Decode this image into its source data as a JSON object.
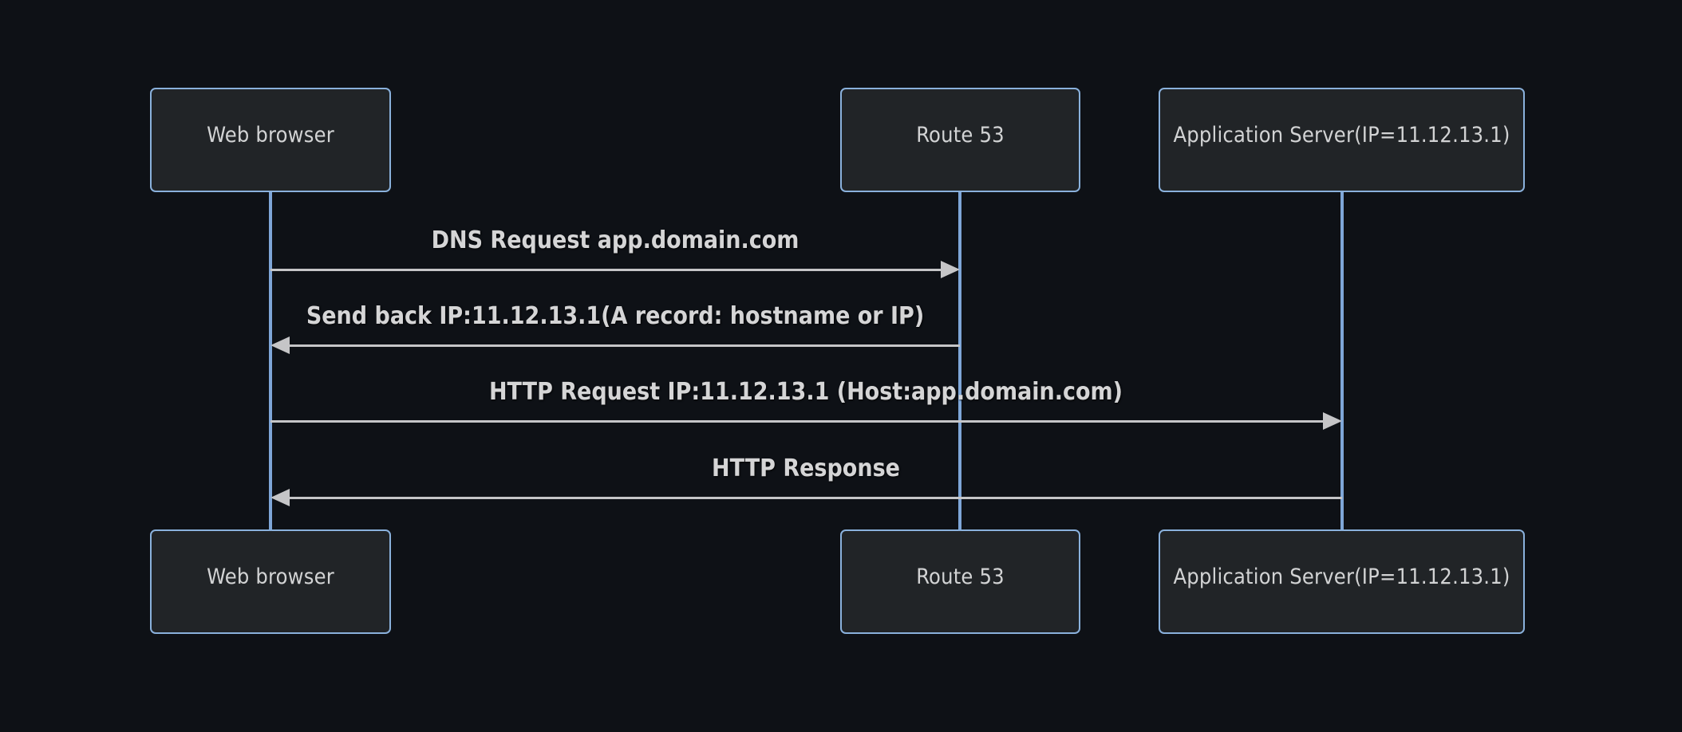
{
  "diagram": {
    "type": "sequence-diagram",
    "theme": "dark",
    "actors": [
      {
        "id": "web-browser",
        "label": "Web browser"
      },
      {
        "id": "route-53",
        "label": "Route 53"
      },
      {
        "id": "app-server",
        "label": "Application Server(IP=11.12.13.1)"
      }
    ],
    "messages": [
      {
        "from": "web-browser",
        "to": "route-53",
        "direction": "right",
        "label": "DNS Request app.domain.com"
      },
      {
        "from": "route-53",
        "to": "web-browser",
        "direction": "left",
        "label": "Send back IP:11.12.13.1(A record: hostname or IP)"
      },
      {
        "from": "web-browser",
        "to": "app-server",
        "direction": "right",
        "label": "HTTP Request IP:11.12.13.1 (Host:app.domain.com)"
      },
      {
        "from": "app-server",
        "to": "web-browser",
        "direction": "left",
        "label": "HTTP Response"
      }
    ],
    "colors": {
      "background": "#0e1116",
      "actor_fill": "#212427",
      "actor_border": "#8ab1dc",
      "actor_text": "#d2d3d4",
      "lifeline": "#7ea6d8",
      "message_line": "#c5c5c7",
      "message_text": "#d5d5d6"
    }
  }
}
